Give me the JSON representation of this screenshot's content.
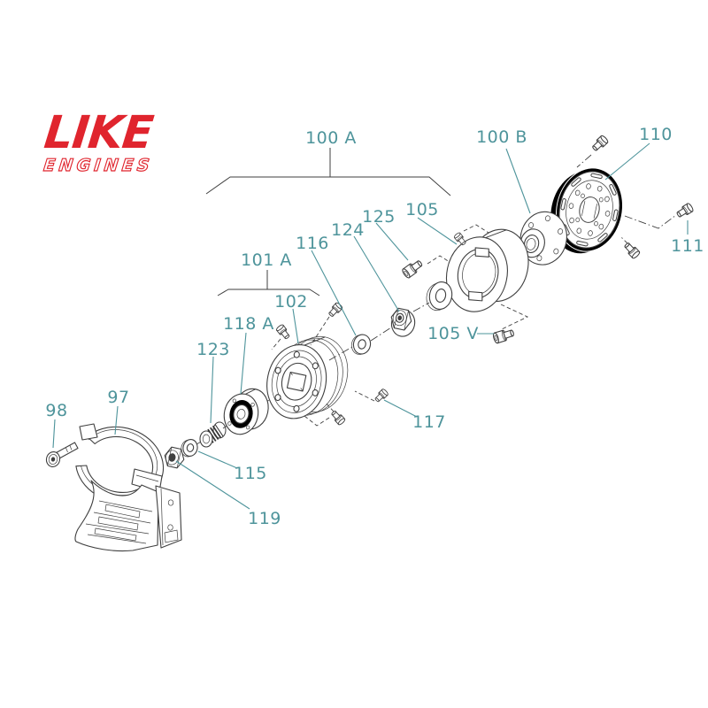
{
  "brand": {
    "name": "LIKE",
    "tagline": "ENGINES",
    "color": "#e0252e"
  },
  "diagram": {
    "label_color": "#4e949b",
    "line_color": "#3f3f3f",
    "parts": {
      "p100a": "100 A",
      "p100b": "100 B",
      "p110": "110",
      "p111": "111",
      "p105": "105",
      "p125": "125",
      "p124": "124",
      "p116": "116",
      "p101a": "101 A",
      "p102": "102",
      "p118a": "118 A",
      "p123": "123",
      "p105v": "105 V",
      "p117": "117",
      "p115": "115",
      "p119": "119",
      "p97": "97",
      "p98": "98"
    }
  }
}
